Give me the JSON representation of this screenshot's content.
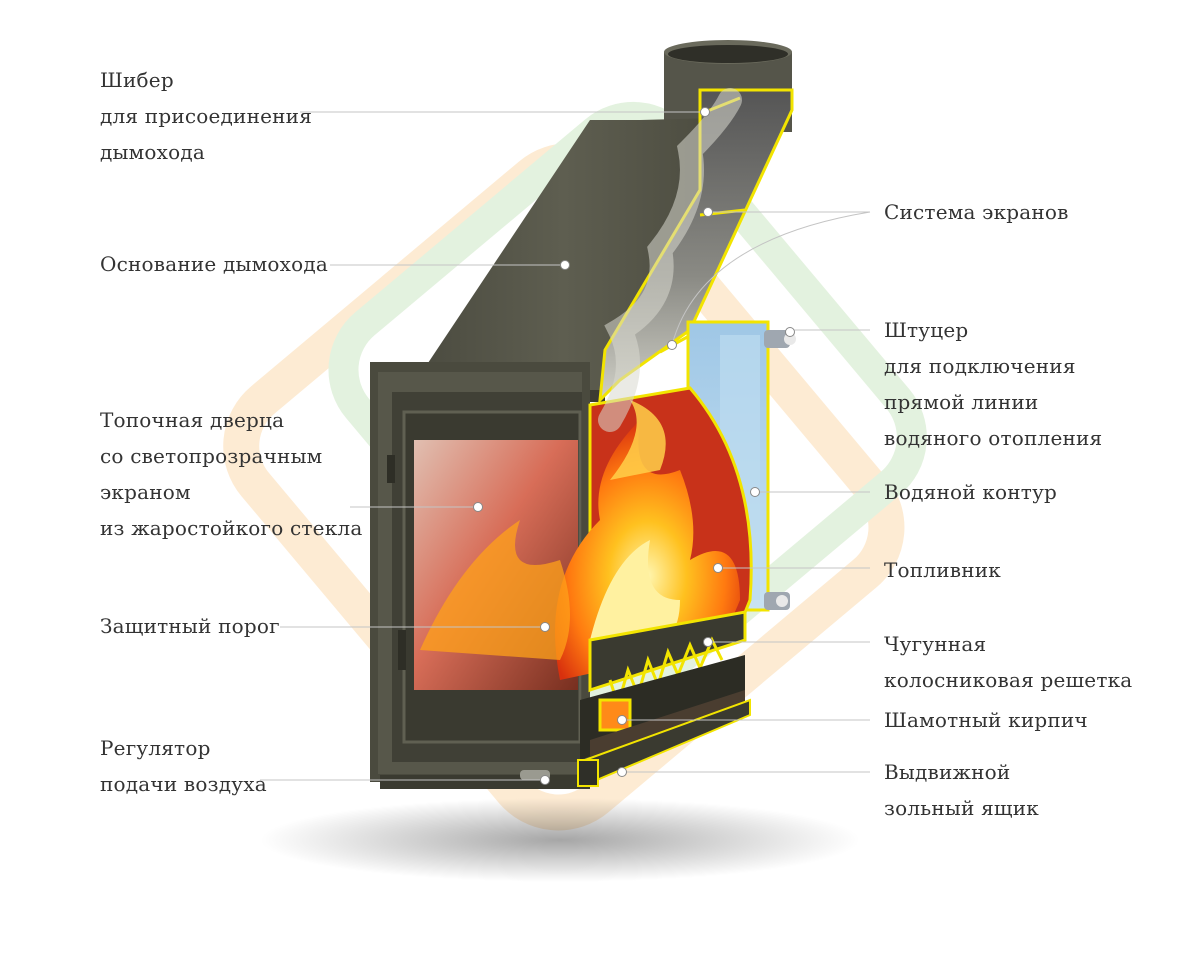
{
  "callouts": [
    {
      "id": "shiber",
      "lines": [
        "Шибер",
        "для присоединения",
        "дымохода"
      ]
    },
    {
      "id": "chimney-base",
      "lines": [
        "Основание дымохода"
      ]
    },
    {
      "id": "door",
      "lines": [
        "Топочная дверца",
        "со светопрозрачным",
        "экраном",
        "из жаростойкого стекла"
      ]
    },
    {
      "id": "threshold",
      "lines": [
        "Защитный порог"
      ]
    },
    {
      "id": "air-regulator",
      "lines": [
        "Регулятор",
        "подачи воздуха"
      ]
    },
    {
      "id": "screens",
      "lines": [
        "Система экранов"
      ]
    },
    {
      "id": "fitting",
      "lines": [
        "Штуцер",
        "для подключения",
        "прямой линии",
        "водяного отопления"
      ]
    },
    {
      "id": "water-circuit",
      "lines": [
        "Водяной контур"
      ]
    },
    {
      "id": "firebox",
      "lines": [
        "Топливник"
      ]
    },
    {
      "id": "grate",
      "lines": [
        "Чугунная",
        "колосниковая решетка"
      ]
    },
    {
      "id": "fireclay",
      "lines": [
        "Шамотный кирпич"
      ]
    },
    {
      "id": "ash-drawer",
      "lines": [
        "Выдвижной",
        "зольный ящик"
      ]
    }
  ],
  "colors": {
    "steel": "#5a5a4c",
    "steel_dark": "#3e3e33",
    "cut_edge": "#f2e400",
    "water": "#a8cde6",
    "flame": "#ff9a1a",
    "firebox_red": "#c43018",
    "leader": "#b8b8b8",
    "watermark_orange": "#fde7c8",
    "watermark_green": "#dcefd7"
  }
}
